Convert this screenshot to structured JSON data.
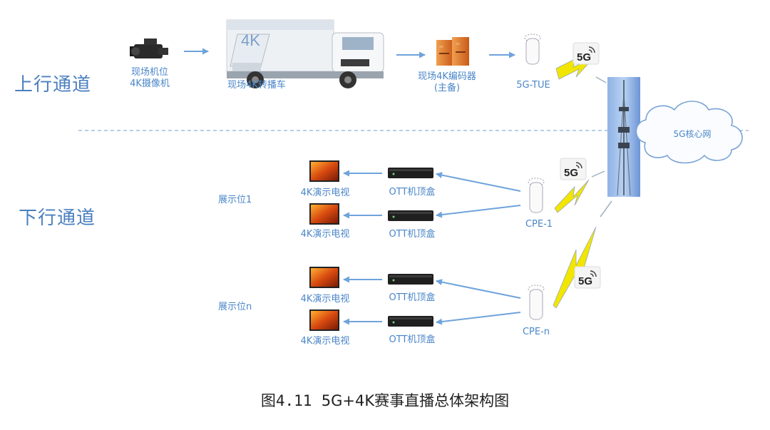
{
  "sections": {
    "uplink": "上行通道",
    "downlink": "下行通道"
  },
  "uplink": {
    "camera": [
      "现场机位",
      "4K摄像机"
    ],
    "truck": "现场4K转播车",
    "truck_sign": "4K",
    "encoder": [
      "现场4K编码器",
      "(主备)"
    ],
    "tue": "5G-TUE"
  },
  "core_network": "5G核心网",
  "badge": "5G",
  "downlink": {
    "sites": [
      {
        "label": "展示位1",
        "cpe": "CPE-1",
        "rows": [
          {
            "tv": "4K演示电视",
            "box": "OTT机顶盒"
          },
          {
            "tv": "4K演示电视",
            "box": "OTT机顶盒"
          }
        ]
      },
      {
        "label": "展示位n",
        "cpe": "CPE-n",
        "rows": [
          {
            "tv": "4K演示电视",
            "box": "OTT机顶盒"
          },
          {
            "tv": "4K演示电视",
            "box": "OTT机顶盒"
          }
        ]
      }
    ]
  },
  "caption": {
    "prefix": "图4.11",
    "title": "5G+4K赛事直播总体架构图"
  },
  "colors": {
    "text_blue": "#4a86c8",
    "arrow_blue": "#6fa3dc",
    "lightning": "#f2e600",
    "orange": "#e37b2f"
  }
}
